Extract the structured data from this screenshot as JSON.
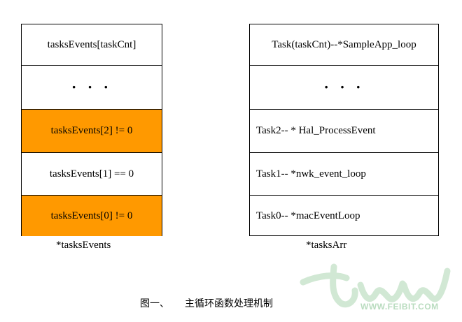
{
  "left_stack": {
    "cells": [
      {
        "label": "tasksEvents[taskCnt]",
        "highlight": false
      },
      {
        "label": "· · ·",
        "highlight": false
      },
      {
        "label": "tasksEvents[2] != 0",
        "highlight": true
      },
      {
        "label": "tasksEvents[1] == 0",
        "highlight": false
      },
      {
        "label": "tasksEvents[0] != 0",
        "highlight": true
      }
    ],
    "caption": "*tasksEvents"
  },
  "right_stack": {
    "cells": [
      {
        "label": "Task(taskCnt)--*SampleApp_loop"
      },
      {
        "label": "· · ·"
      },
      {
        "label": "Task2-- * Hal_ProcessEvent"
      },
      {
        "label": "Task1-- *nwk_event_loop"
      },
      {
        "label": "Task0-- *macEventLoop"
      }
    ],
    "caption": "*tasksArr"
  },
  "figure_caption": {
    "number": "图一、",
    "title": "主循环函数处理机制"
  },
  "watermark": {
    "text": "WWW.FEIBIT.COM",
    "color": "#b9dcbf"
  },
  "colors": {
    "highlight": "#FF9900",
    "border": "#000000"
  }
}
